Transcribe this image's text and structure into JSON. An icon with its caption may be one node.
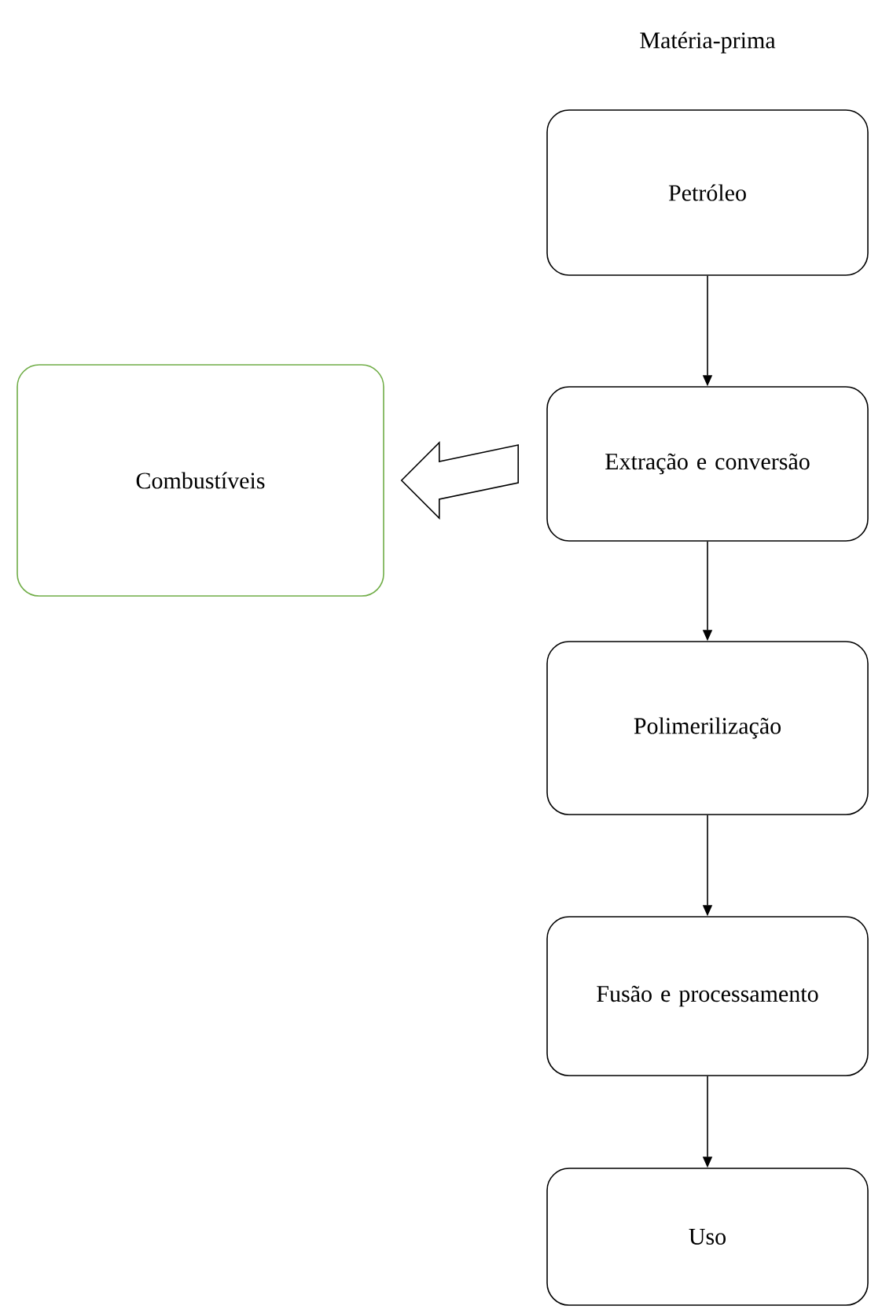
{
  "diagram": {
    "title": "Matéria-prima",
    "nodes": [
      {
        "text": [
          "Petróleo"
        ]
      },
      {
        "text": [
          "Extração e conversão"
        ]
      },
      {
        "text": [
          "Combustíveis"
        ]
      },
      {
        "text": [
          "Polimerilização"
        ]
      },
      {
        "text": [
          "Fusão e processamento"
        ]
      },
      {
        "text": [
          "Uso"
        ]
      }
    ],
    "edges": [
      {
        "from": 0,
        "to": 1,
        "arrow": "to"
      },
      {
        "from": 1,
        "to": 2,
        "arrow": "to",
        "style": "thick"
      },
      {
        "from": 1,
        "to": 3,
        "arrow": "to"
      },
      {
        "from": 3,
        "to": 4,
        "arrow": "to"
      },
      {
        "from": 4,
        "to": 5,
        "arrow": "to"
      }
    ]
  }
}
